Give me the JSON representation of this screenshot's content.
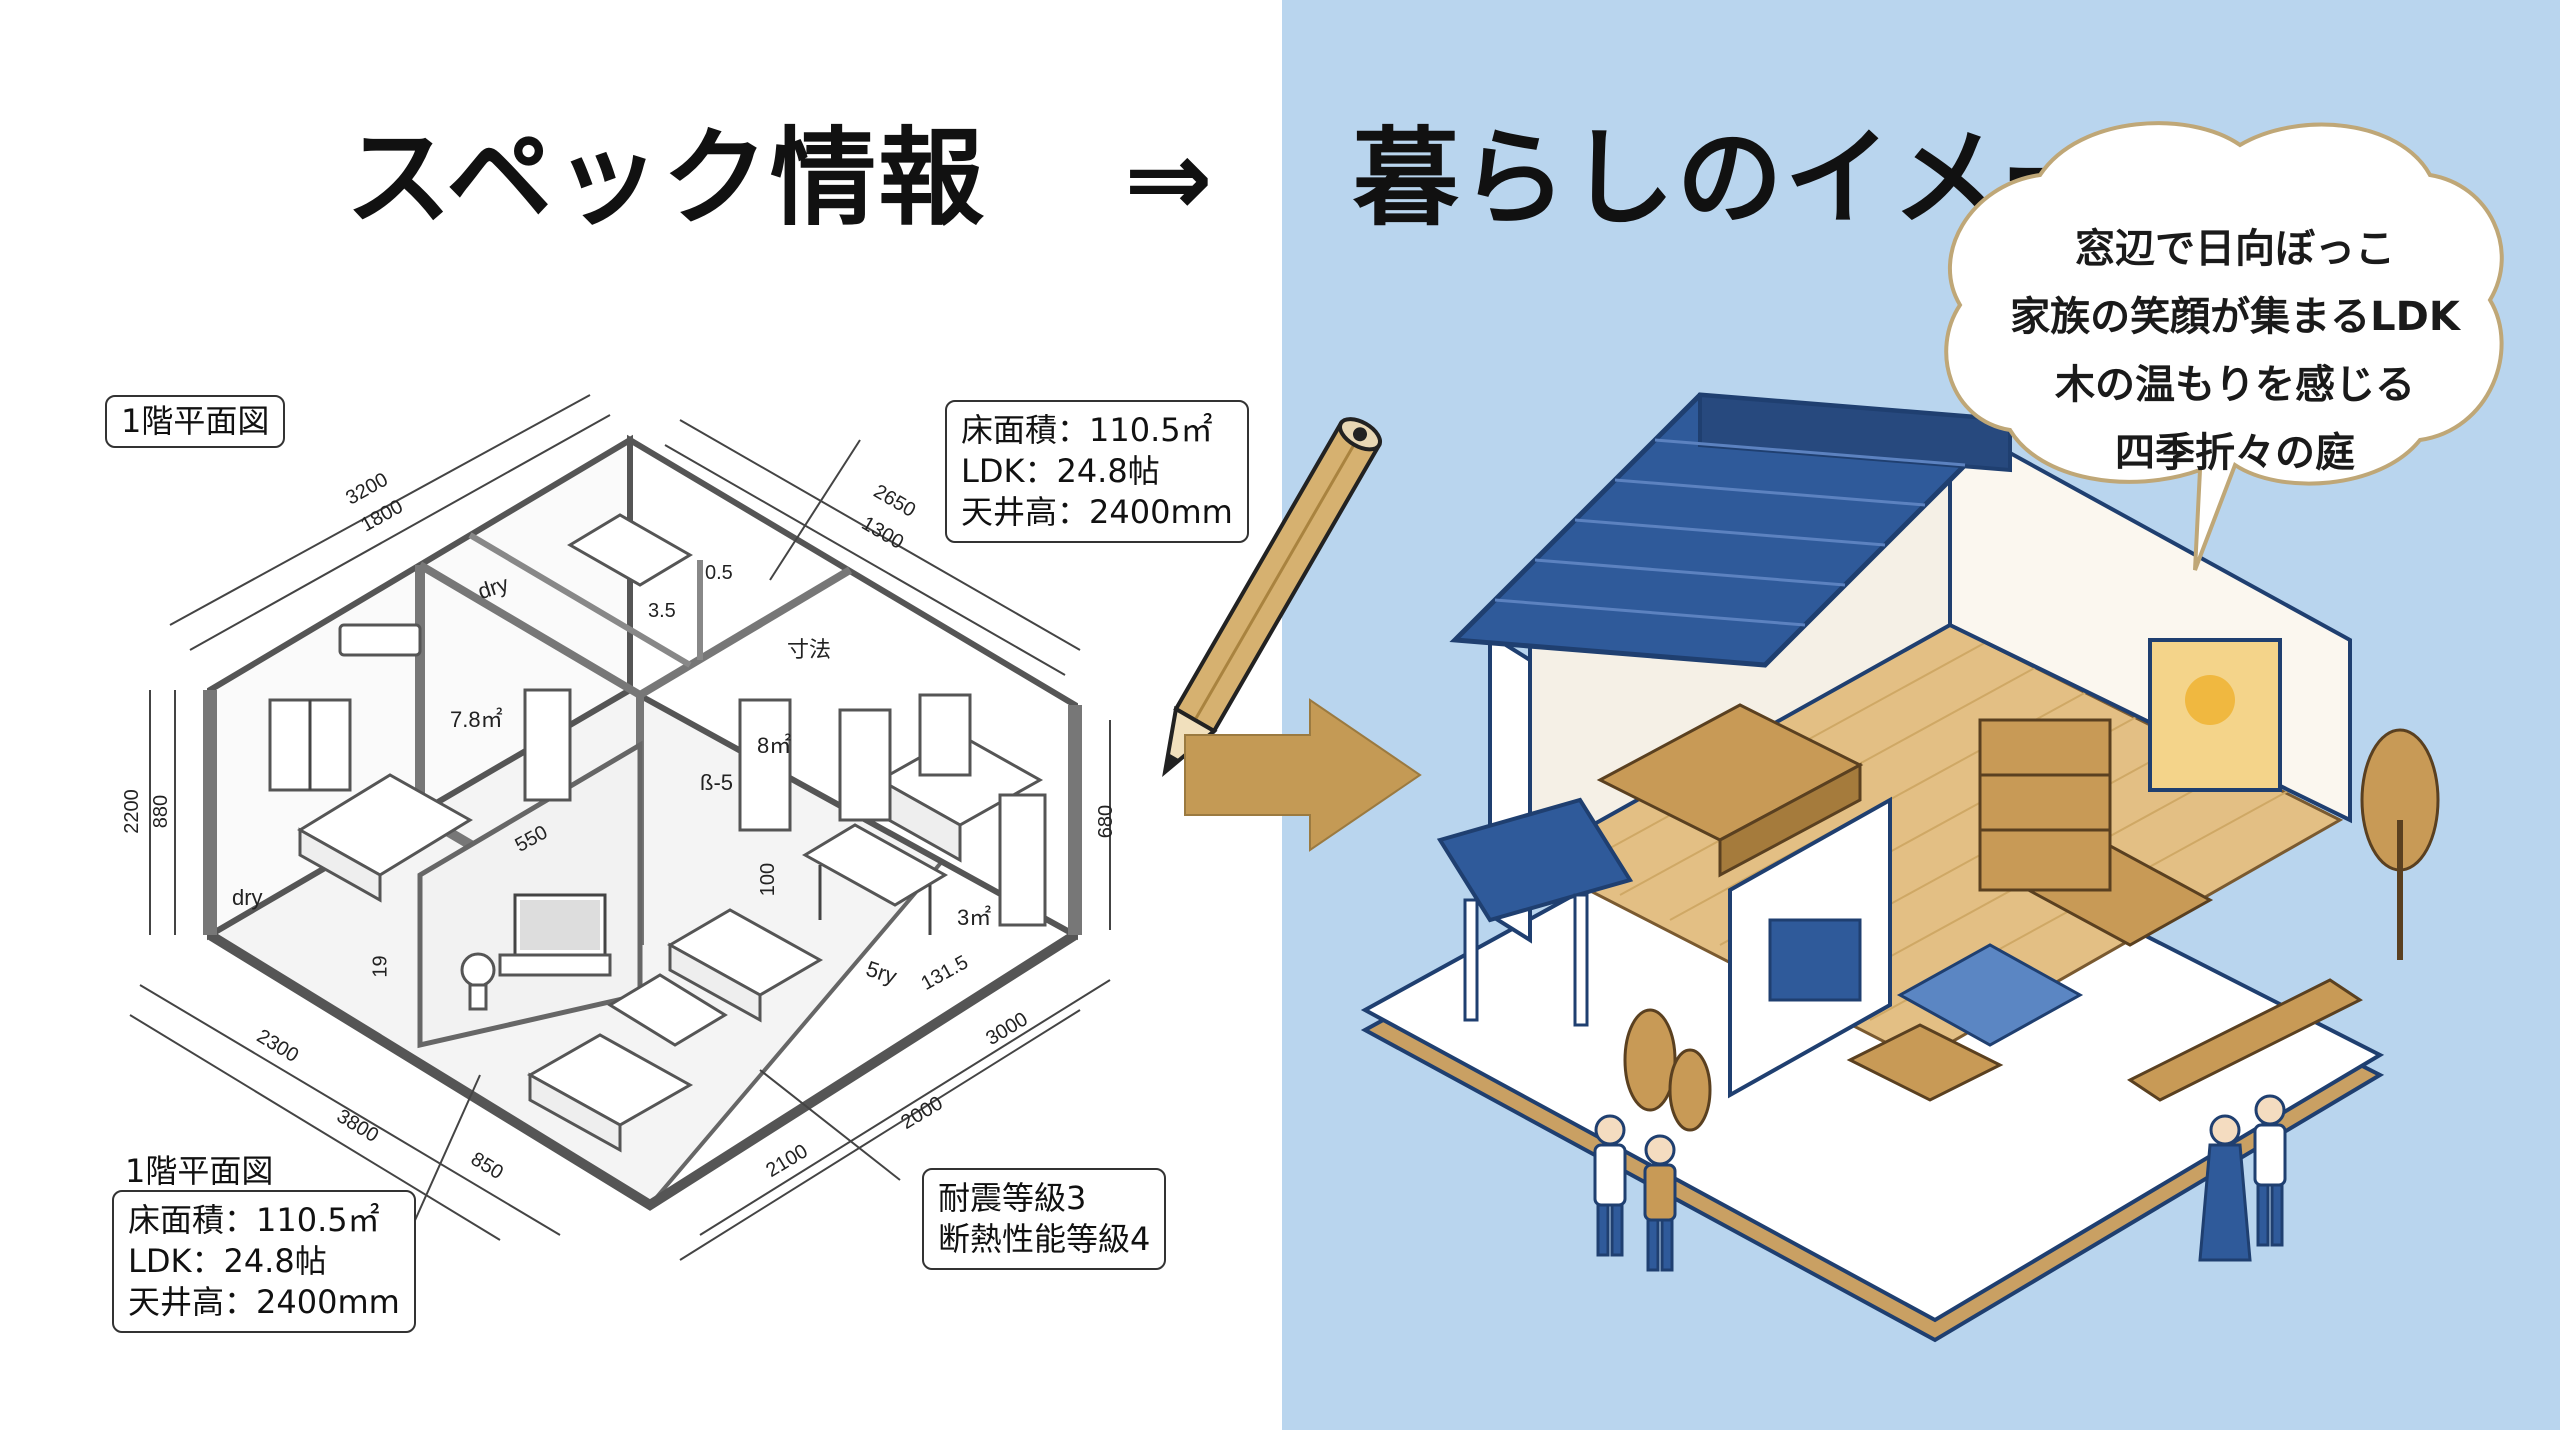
{
  "title": {
    "left": "スペック情報",
    "arrow": "⇒",
    "right": "暮らしのイメージ"
  },
  "floor_plan": {
    "plan_title_top": "1階平面図",
    "plan_title_bottom": "1階平面図",
    "specs_top": [
      "床面積：110.5㎡",
      "LDK：24.8帖",
      "天井高：2400mm"
    ],
    "specs_bottom": [
      "床面積：110.5㎡",
      "LDK：24.8帖",
      "天井高：2400mm"
    ],
    "grades": [
      "耐震等級3",
      "断熱性能等級4"
    ],
    "dimensions": {
      "d3200": "3200",
      "d1800": "1800",
      "d2650": "2650",
      "d1300": "1300",
      "d2200": "2200",
      "d880": "880",
      "d680": "680",
      "d2300": "2300",
      "d3800": "3800",
      "d850": "850",
      "d2100": "2100",
      "d2000": "2000",
      "d3000": "3000",
      "d550": "550",
      "d100": "100",
      "d1315": "131.5",
      "d05": "0.5",
      "d35": "3.5",
      "d19": "19"
    },
    "room_labels": {
      "dry1": "dry",
      "dry2": "dry",
      "area1": "7.8㎡",
      "area2": "8㎡",
      "area3": "3㎡",
      "sunpo": "寸法",
      "sry": "5ry",
      "misc": "ß-5"
    }
  },
  "image_side": {
    "bubble_lines": [
      "窓辺で日向ぼっこ",
      "家族の笑顔が集まるLDK",
      "木の温もりを感じる",
      "四季折々の庭"
    ]
  },
  "colors": {
    "right_bg": "#b9d5ee",
    "roof_blue": "#2f5a9a",
    "wood": "#c89a56",
    "arrow_gold": "#c49a55",
    "line_gray": "#555555"
  },
  "icons": [
    "pencil-icon",
    "right-arrow-icon",
    "speech-bubble-icon"
  ]
}
